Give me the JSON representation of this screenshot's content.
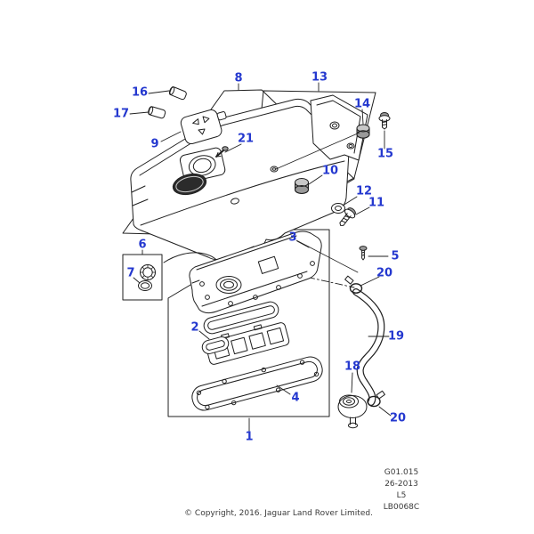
{
  "diagram": {
    "callouts": [
      "8",
      "13",
      "16",
      "17",
      "14",
      "15",
      "9",
      "21",
      "10",
      "12",
      "11",
      "6",
      "7",
      "3",
      "5",
      "20",
      "19",
      "18",
      "20",
      "2",
      "4",
      "1"
    ],
    "colors": {
      "callout_color": "#2438cf",
      "line_color": "#1f1f1f",
      "badge_fill": "#2b2b2b",
      "background": "#ffffff"
    }
  },
  "footer": {
    "ref_lines": [
      "G01.015",
      "26-2013",
      "L5",
      "LB0068C"
    ],
    "copyright": "© Copyright, 2016. Jaguar Land Rover Limited."
  }
}
